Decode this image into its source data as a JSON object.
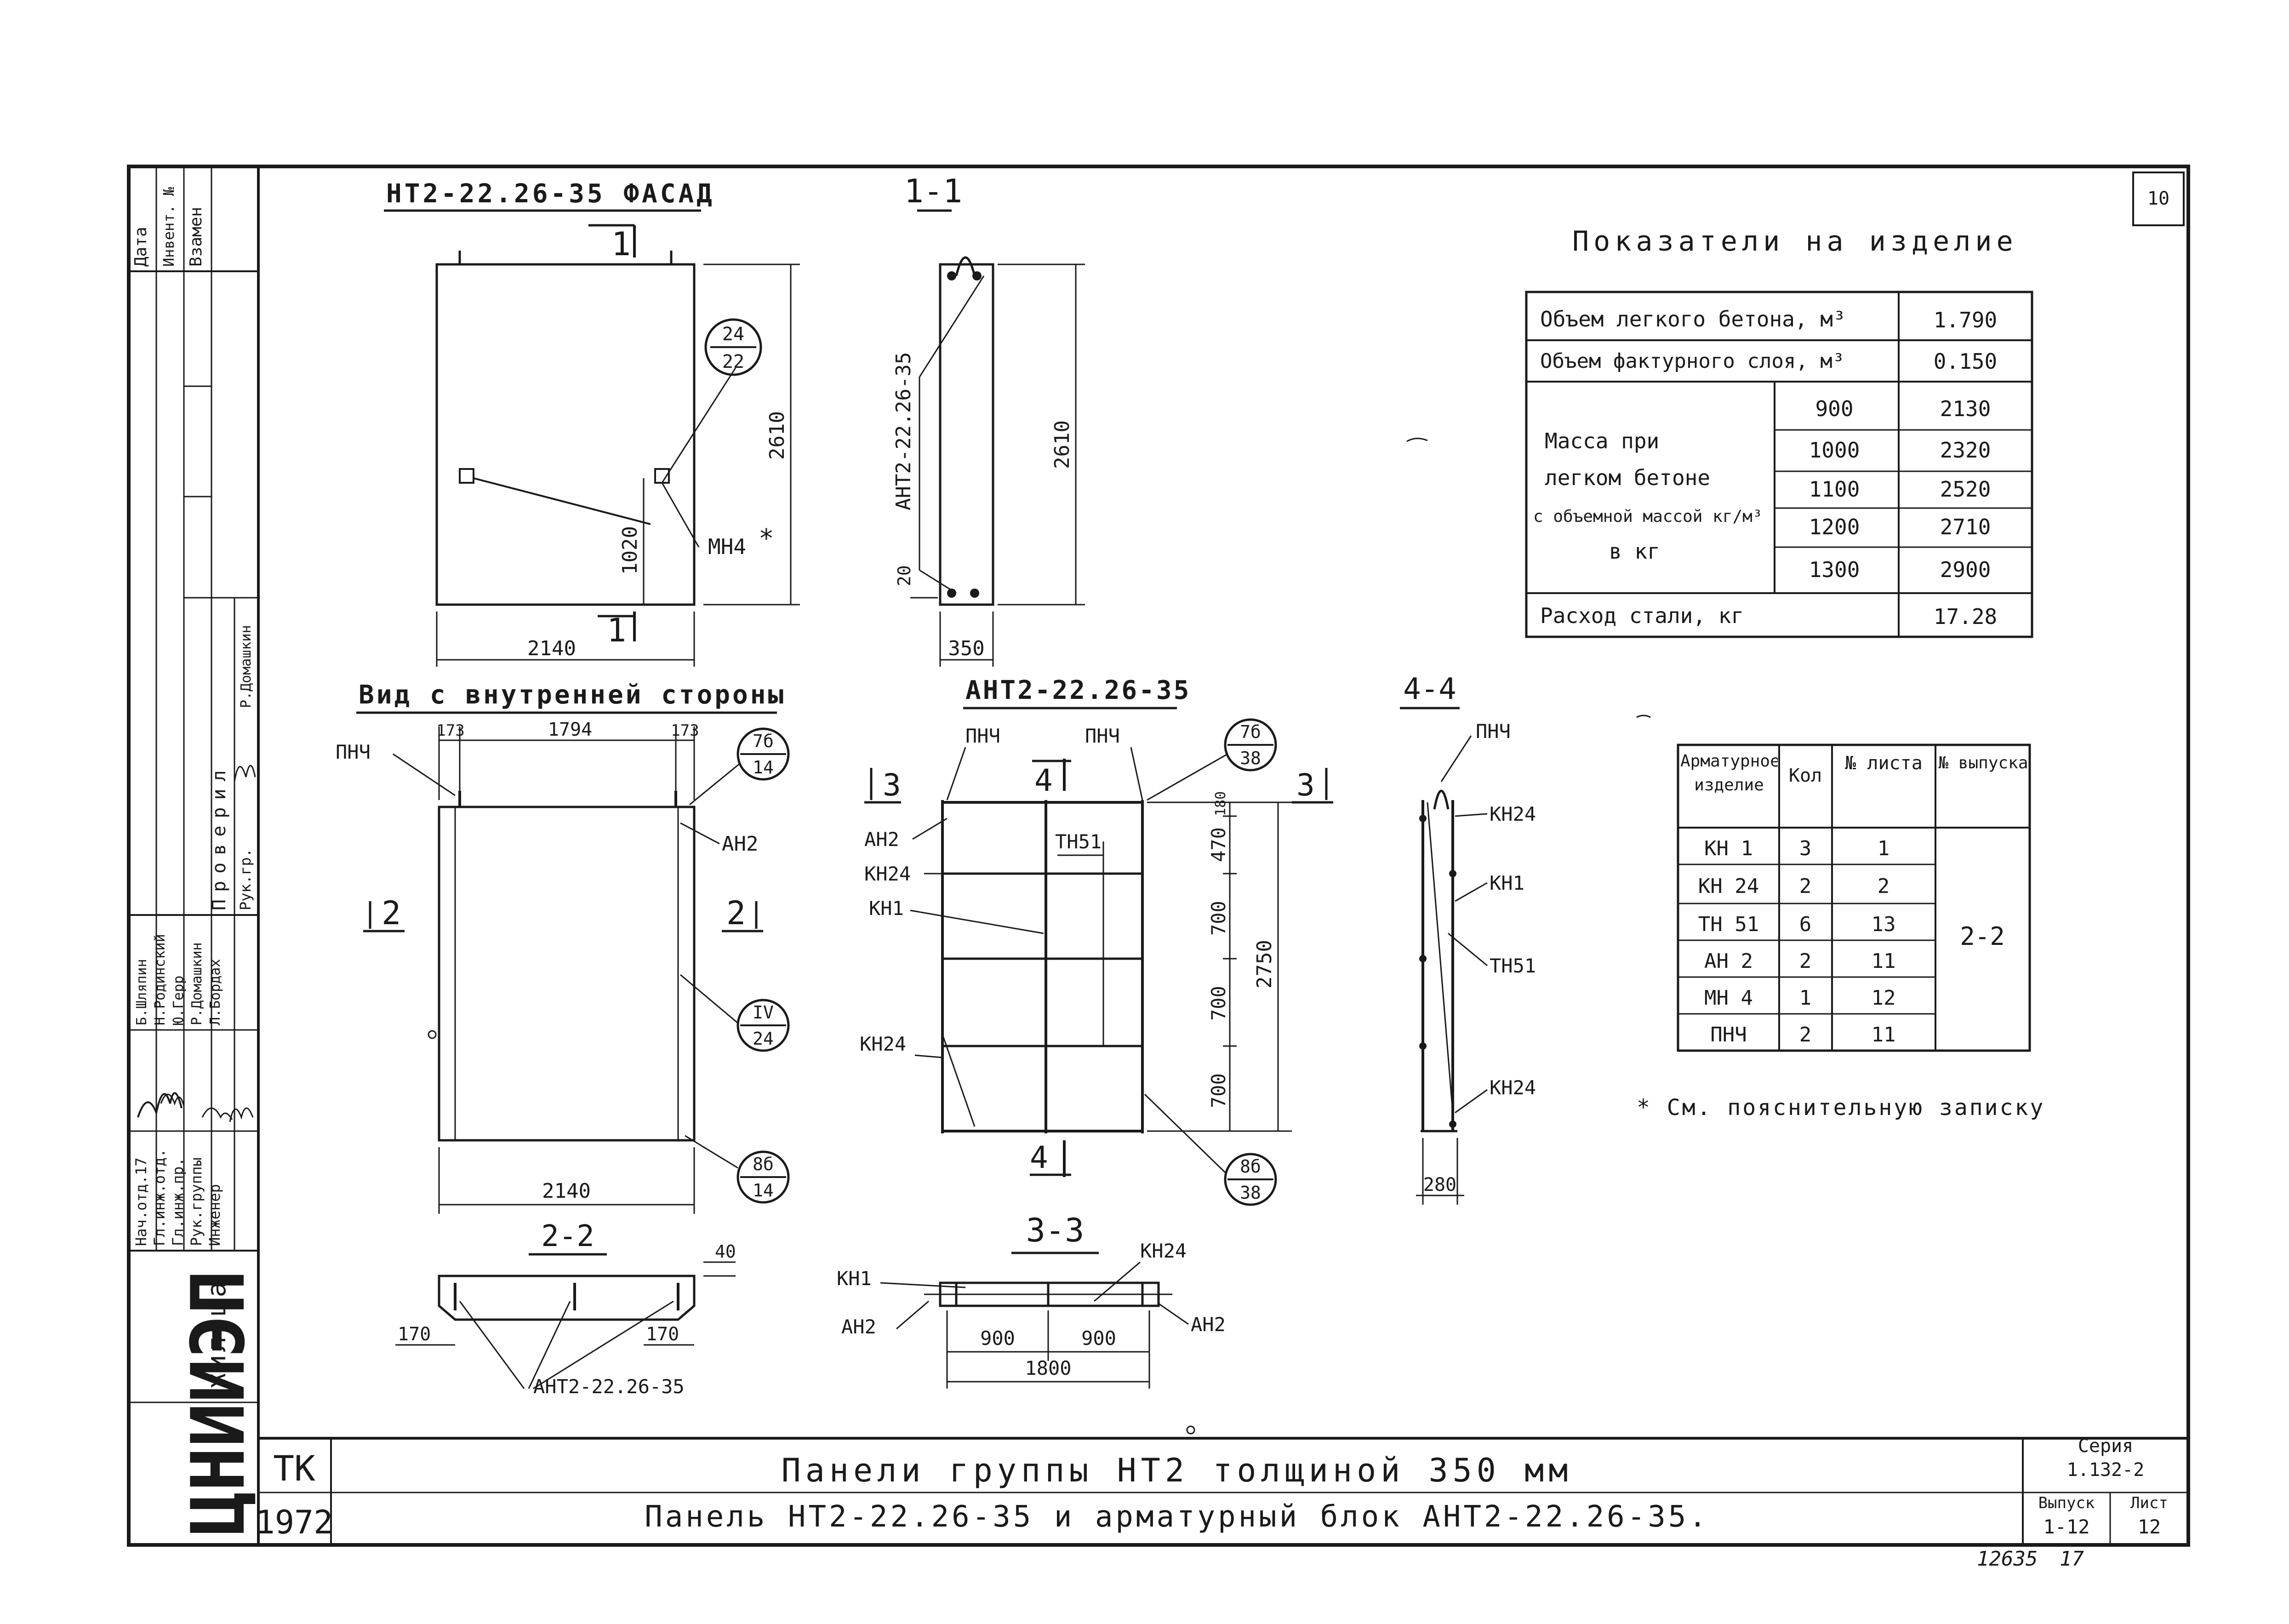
{
  "sheet_number": "10",
  "views": {
    "facade_title": "НТ2-22.26-35 ФАСАД",
    "section_1_1": "1-1",
    "inner_view_title": "Вид с внутренней стороны",
    "block_title": "АНТ2-22.26-35",
    "section_4_4": "4-4",
    "section_2_2": "2-2",
    "section_3_3": "3-3"
  },
  "facade": {
    "cut_mark": "1",
    "height_dim": "2610",
    "width_dim": "2140",
    "insert_height": "1020",
    "callout_top": "24",
    "callout_bottom": "22",
    "insert_label": "МН4",
    "asterisk": "*"
  },
  "section_1_1": {
    "block_label": "АНТ2-22.26-35",
    "height_dim": "2610",
    "bottom_dim": "20",
    "width_dim": "350"
  },
  "inner_view": {
    "top_left_dim": "173",
    "top_mid_dim": "1794",
    "top_right_dim": "173",
    "label_pnch": "ПНЧ",
    "label_an2": "АН2",
    "width_dim": "2140",
    "cut_left": "2",
    "cut_right": "2",
    "callout_1_top": "7б",
    "callout_1_bottom": "14",
    "callout_2_top": "IV",
    "callout_2_bottom": "24",
    "callout_3_top": "8б",
    "callout_3_bottom": "14"
  },
  "block": {
    "labels": [
      "ПНЧ",
      "ПНЧ",
      "АН2",
      "КН24",
      "КН1",
      "ТН51",
      "КН24"
    ],
    "dims_right": [
      "180",
      "470",
      "700",
      "700",
      "700"
    ],
    "total_height": "2750",
    "cut_left": "3",
    "cut_right": "3",
    "cut_top": "4",
    "cut_bottom": "4",
    "callout_top_a": "7б",
    "callout_top_b": "38",
    "callout_bot_a": "8б",
    "callout_bot_b": "38"
  },
  "section_4_4": {
    "labels": [
      "ПНЧ",
      "КН24",
      "КН1",
      "ТН51",
      "КН24"
    ],
    "width_dim": "280"
  },
  "section_2_2": {
    "top_dim": "40",
    "left_dim": "170",
    "right_dim": "170",
    "label": "АНТ2-22.26-35"
  },
  "section_3_3": {
    "label_kn1": "КН1",
    "label_kn24": "КН24",
    "label_an2_left": "АН2",
    "label_an2_right": "АН2",
    "dim_left": "900",
    "dim_right": "900",
    "dim_total": "1800"
  },
  "indicators": {
    "title": "Показатели на изделие",
    "row_light_volume_label": "Объем легкого бетона, м³",
    "row_light_volume_value": "1.790",
    "row_facing_volume_label": "Объем фактурного слоя, м³",
    "row_facing_volume_value": "0.150",
    "mass_label_lines": [
      "Масса при",
      "легком бетоне",
      "с объемной массой кг/м³",
      "в кг"
    ],
    "mass_rows": [
      {
        "density": "900",
        "mass": "2130"
      },
      {
        "density": "1000",
        "mass": "2320"
      },
      {
        "density": "1100",
        "mass": "2520"
      },
      {
        "density": "1200",
        "mass": "2710"
      },
      {
        "density": "1300",
        "mass": "2900"
      }
    ],
    "steel_label": "Расход стали, кг",
    "steel_value": "17.28"
  },
  "rebar_table": {
    "headers": [
      "Арматурное изделие",
      "Кол",
      "№ листа",
      "№ выпуска"
    ],
    "rows": [
      {
        "item": "КН 1",
        "qty": "3",
        "sheet": "1"
      },
      {
        "item": "КН 24",
        "qty": "2",
        "sheet": "2"
      },
      {
        "item": "ТН 51",
        "qty": "6",
        "sheet": "13"
      },
      {
        "item": "АН 2",
        "qty": "2",
        "sheet": "11"
      },
      {
        "item": "МН 4",
        "qty": "1",
        "sheet": "12"
      },
      {
        "item": "ПНЧ",
        "qty": "2",
        "sheet": "11"
      }
    ],
    "issue": "2-2"
  },
  "footnote": "* См. пояснительную записку",
  "left_strip": {
    "top_headers": [
      "Дата",
      "Инвент. №",
      "Взамен"
    ],
    "roles": [
      "Нач.отд.17",
      "Гл.инж.отд.",
      "Гл.инж.пр.",
      "Рук.группы",
      "Инженер"
    ],
    "names_col1": [
      "Б.Шляпин",
      "Н.Родинский",
      "Ю.Герр",
      "Р.Домашкин",
      "Л.Бордах"
    ],
    "checked_header": "Проверил",
    "checked_sub": "Рук.гр.",
    "checked_name": "Р.Домашкин",
    "org": "ЦНИИЭП",
    "org_sub": "жилища"
  },
  "title_block": {
    "code": "ТК",
    "year": "1972",
    "line1": "Панели группы НТ2 толщиной 350 мм",
    "line2": "Панель НТ2-22.26-35 и арматурный блок АНТ2-22.26-35.",
    "series_label": "Серия",
    "series_value": "1.132-2",
    "issue_label": "Выпуск",
    "issue_value": "1-12",
    "sheet_label": "Лист",
    "sheet_value": "12"
  },
  "archive_number": "12635",
  "archive_sub": "17"
}
